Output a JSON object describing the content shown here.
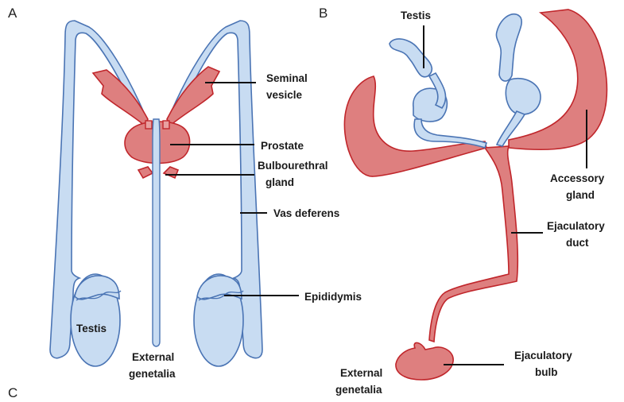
{
  "panels": {
    "a": {
      "letter": "A"
    },
    "b": {
      "letter": "B"
    },
    "c": {
      "letter": "C"
    }
  },
  "panel_a_labels": {
    "seminal_vesicle_1": "Seminal",
    "seminal_vesicle_2": "vesicle",
    "prostate": "Prostate",
    "bulbourethral_1": "Bulbourethral",
    "bulbourethral_2": "gland",
    "vas_deferens": "Vas deferens",
    "epididymis": "Epididymis",
    "testis": "Testis",
    "external_genetalia_1": "External",
    "external_genetalia_2": "genetalia"
  },
  "panel_b_labels": {
    "testis": "Testis",
    "accessory_gland_1": "Accessory",
    "accessory_gland_2": "gland",
    "ejaculatory_duct_1": "Ejaculatory",
    "ejaculatory_duct_2": "duct",
    "ejaculatory_bulb_1": "Ejaculatory",
    "ejaculatory_bulb_2": "bulb",
    "external_genetalia_1": "External",
    "external_genetalia_2": "genetalia"
  },
  "colors": {
    "tube_fill": "#c8dcf2",
    "tube_stroke": "#4a74b4",
    "gland_fill": "#de7f7f",
    "gland_stroke": "#c0262b"
  }
}
